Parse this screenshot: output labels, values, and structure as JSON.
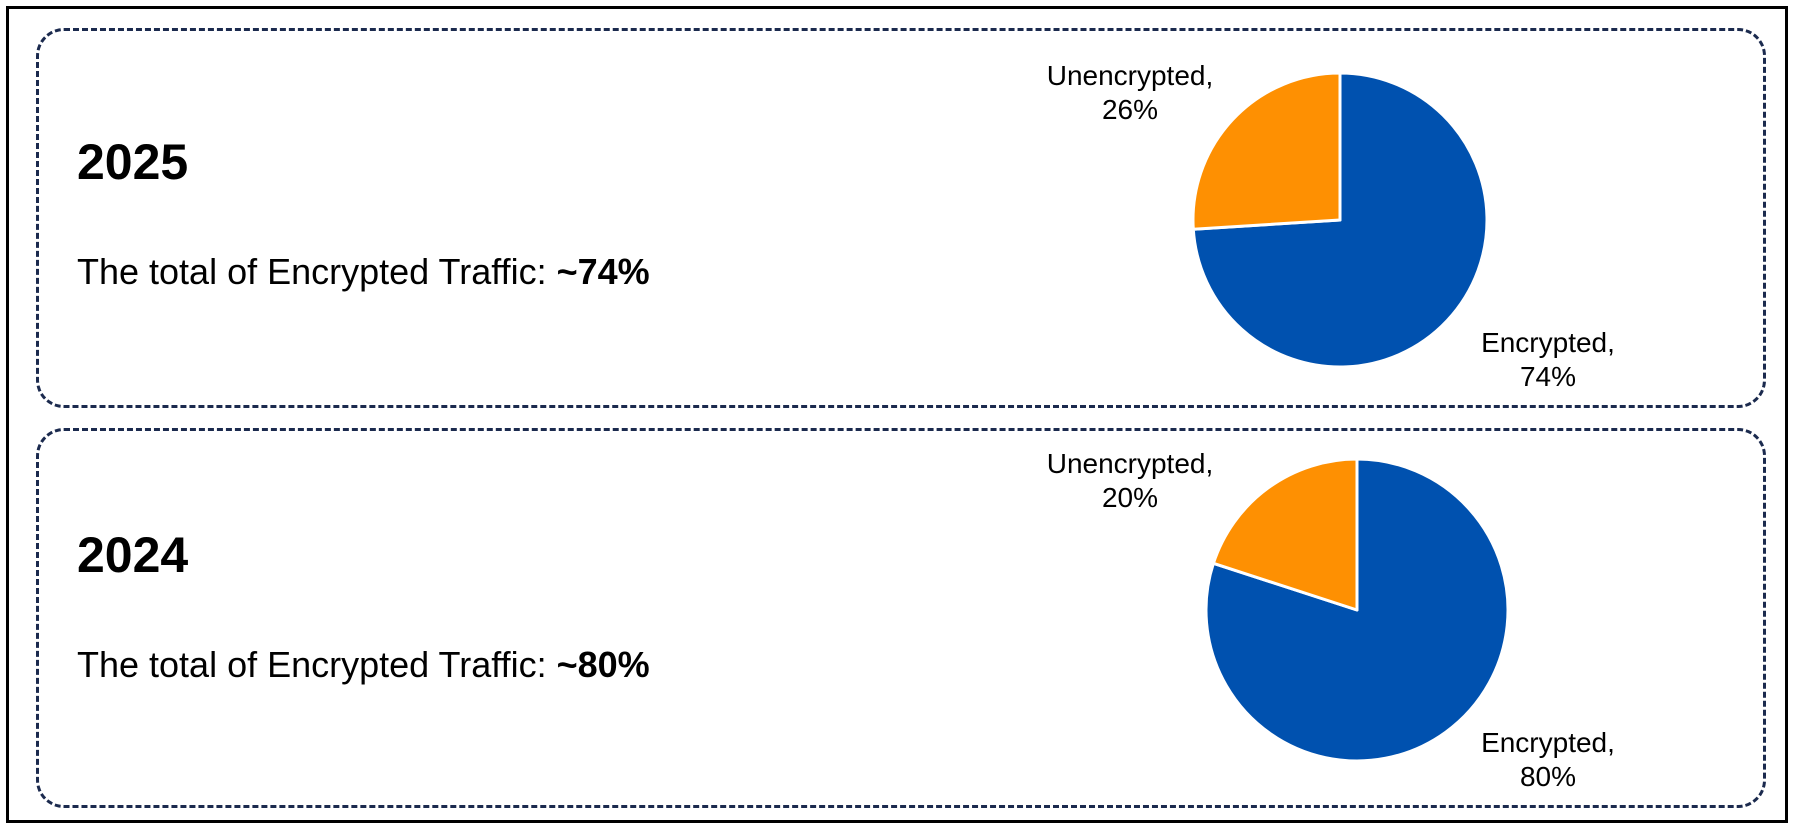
{
  "colors": {
    "encrypted": "#0051af",
    "unencrypted": "#fe9002",
    "border": "#1b2a4e"
  },
  "panels": [
    {
      "year": "2025",
      "summary_label": "The total of Encrypted Traffic: ",
      "summary_value": "~74%"
    },
    {
      "year": "2024",
      "summary_label": "The total of Encrypted Traffic: ",
      "summary_value": "~80%"
    }
  ],
  "chart_data": [
    {
      "type": "pie",
      "title": "",
      "slices": [
        {
          "label": "Encrypted",
          "value": 74,
          "label_text": [
            "Encrypted,",
            "74%"
          ],
          "color": "#0051af"
        },
        {
          "label": "Unencrypted",
          "value": 26,
          "label_text": [
            "Unencrypted,",
            "26%"
          ],
          "color": "#fe9002"
        }
      ]
    },
    {
      "type": "pie",
      "title": "",
      "slices": [
        {
          "label": "Encrypted",
          "value": 80,
          "label_text": [
            "Encrypted,",
            "80%"
          ],
          "color": "#0051af"
        },
        {
          "label": "Unencrypted",
          "value": 20,
          "label_text": [
            "Unencrypted,",
            "20%"
          ],
          "color": "#fe9002"
        }
      ]
    }
  ]
}
